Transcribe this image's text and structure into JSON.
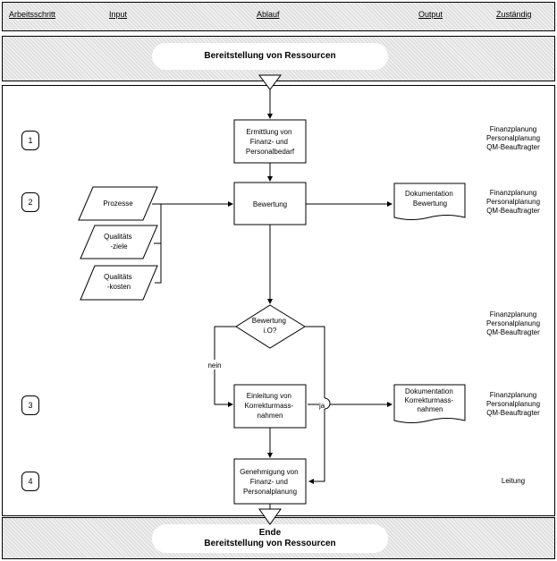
{
  "header": {
    "col_step": "Arbeitsschritt",
    "col_input": "Input",
    "col_process": "Ablauf",
    "col_output": "Output",
    "col_responsible": "Zuständig"
  },
  "start": {
    "label": "Bereitstellung von Ressourcen"
  },
  "end": {
    "line1": "Ende",
    "line2": "Bereitstellung von Ressourcen"
  },
  "steps": [
    "1",
    "2",
    "3",
    "4"
  ],
  "process": {
    "p1": [
      "Ermittlung von",
      "Finanz- und",
      "Personalbedarf"
    ],
    "p2": [
      "Bewertung"
    ],
    "decision": [
      "Bewertung",
      "i.O?"
    ],
    "p3": [
      "Einleitung von",
      "Korrekturmass-",
      "nahmen"
    ],
    "p4": [
      "Genehmigung von",
      "Finanz- und",
      "Personalplanung"
    ]
  },
  "inputs": {
    "in1": [
      "Prozesse"
    ],
    "in2": [
      "Qualitäts",
      "-ziele"
    ],
    "in3": [
      "Qualitäts",
      "-kosten"
    ]
  },
  "outputs": {
    "doc1": [
      "Dokumentation",
      "Bewertung"
    ],
    "doc2": [
      "Dokumentation",
      "Korrekturmass-",
      "nahmen"
    ]
  },
  "labels": {
    "no": "nein",
    "yes": "ja"
  },
  "roles": {
    "r1": [
      "Finanzplanung",
      "Personalplanung",
      "QM-Beauftragter"
    ],
    "r2": [
      "Finanzplanung",
      "Personalplanung",
      "QM-Beauftragter"
    ],
    "r_dec": [
      "Finanzplanung",
      "Personalplanung",
      "QM-Beauftragter"
    ],
    "r3": [
      "Finanzplanung",
      "Personalplanung",
      "QM-Beauftragter"
    ],
    "r4": [
      "Leitung"
    ]
  }
}
